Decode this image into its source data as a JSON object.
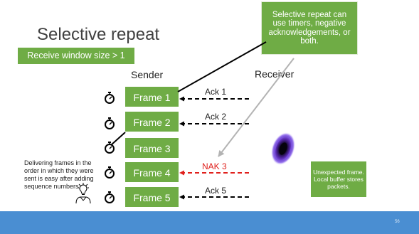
{
  "slide": {
    "title": "Selective repeat",
    "window_label": "Receive window size > 1",
    "callout_text": "Selective repeat can use timers, negative acknowledgements, or both.",
    "sender_label": "Sender",
    "receiver_label": "Receiver",
    "frames": [
      "Frame 1",
      "Frame 2",
      "Frame 3",
      "Frame 4",
      "Frame 5"
    ],
    "acks": {
      "ack1": "Ack 1",
      "ack2": "Ack 2",
      "nak3": "NAK 3",
      "ack5": "Ack 5"
    },
    "note": "Delivering frames in the order in which they were sent is easy after adding sequence numbers.",
    "unexpected_text": "Unexpected frame. Local buffer stores packets.",
    "page_number": "56"
  },
  "colors": {
    "green": "#6fac45",
    "nak_red": "#e0211d",
    "arrow_gray": "#b3b3b3",
    "footer_blue": "#4a8ed2"
  },
  "icons": [
    "stopwatch-icon",
    "lightbulb-person-icon",
    "black-hole-icon"
  ]
}
